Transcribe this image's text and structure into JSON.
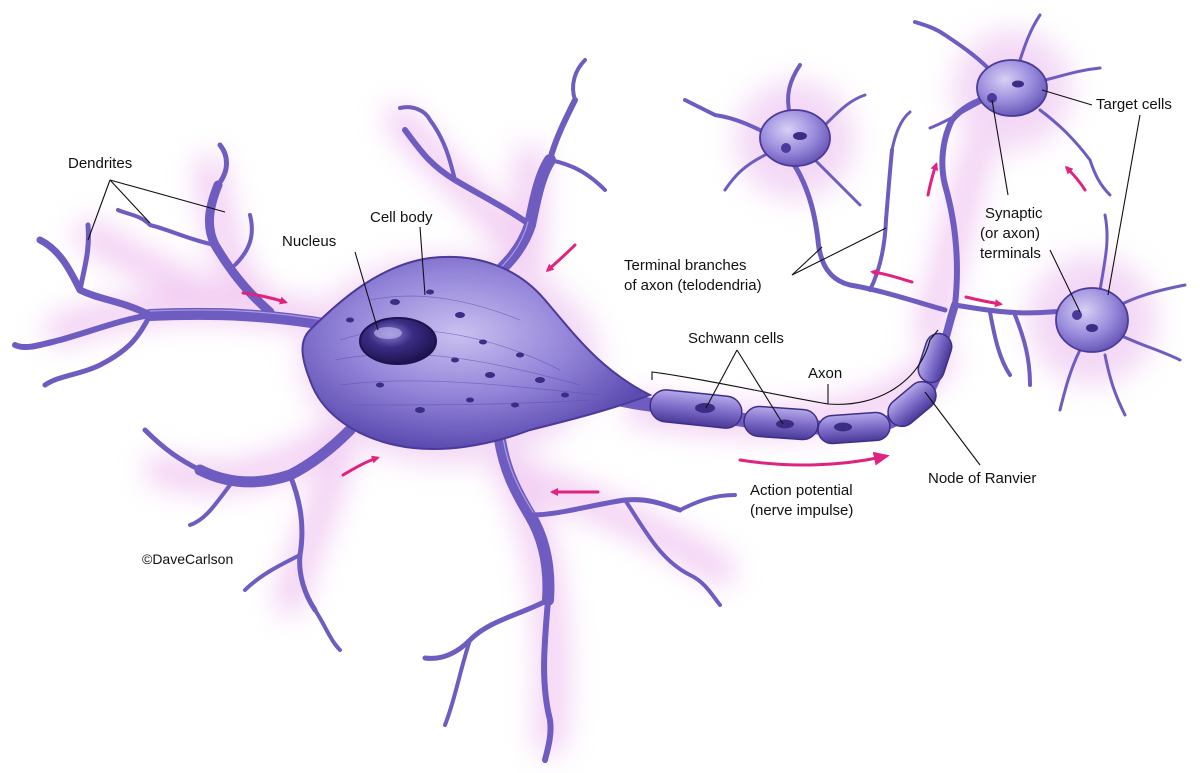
{
  "labels": {
    "dendrites": "Dendrites",
    "nucleus": "Nucleus",
    "cell_body": "Cell body",
    "terminal_branches_line1": "Terminal branches",
    "terminal_branches_line2": "of axon (telodendria)",
    "schwann_cells": "Schwann cells",
    "axon": "Axon",
    "synaptic_line1": "Synaptic",
    "synaptic_line2": "(or axon)",
    "synaptic_line3": "terminals",
    "target_cells": "Target cells",
    "node_of_ranvier": "Node of Ranvier",
    "action_potential_line1": "Action potential",
    "action_potential_line2": "(nerve impulse)",
    "copyright": "©DaveCarlson"
  },
  "colors": {
    "cell_fill": "#8f80d6",
    "cell_dark": "#4b3a9a",
    "glow": "#e8b6ea",
    "arrow": "#e0237f",
    "nucleus": "#2e1f6b"
  }
}
